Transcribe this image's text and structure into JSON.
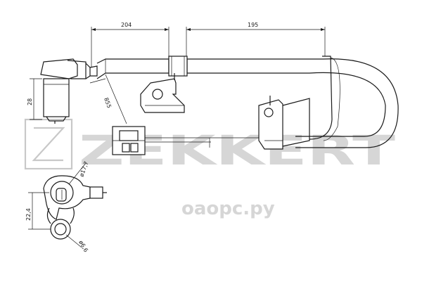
{
  "watermark": {
    "brand": "ZEKKERT",
    "site": "оаорс.ру"
  },
  "dimensions": {
    "d204": "204",
    "d195": "195",
    "d28": "28",
    "d855": "855",
    "d17_7": "ø17,7",
    "d22_4": "22,4",
    "d6_6": "ø6,6"
  },
  "colors": {
    "line": "#1a1a1a",
    "watermark": "#d6d6d6"
  }
}
